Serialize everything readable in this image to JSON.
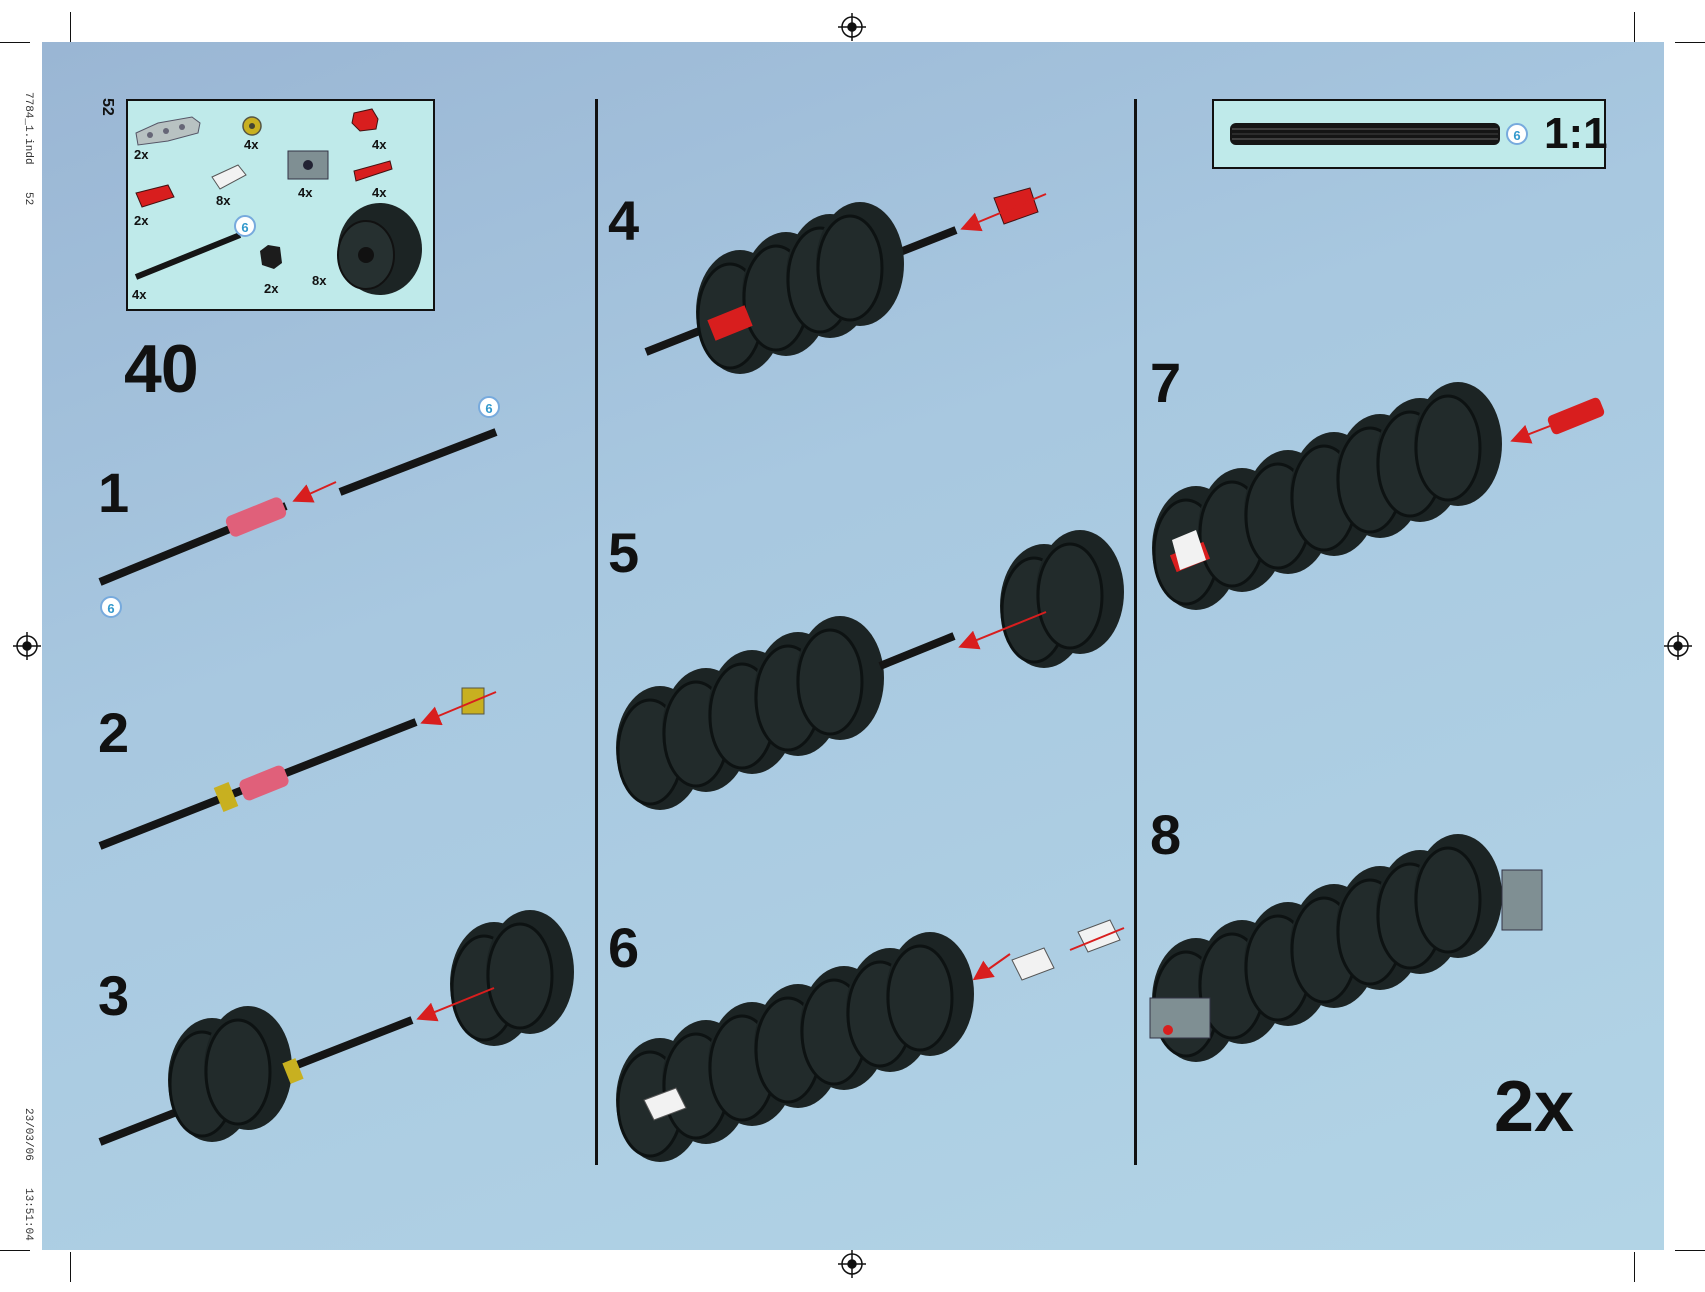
{
  "print_meta": {
    "filename": "7784_1.indd",
    "page_ref": "52",
    "date": "23/03/06",
    "time": "13:51:04"
  },
  "page_number": "52",
  "parts_list": {
    "items": [
      {
        "name": "gray-curved-plate",
        "qty": "2x"
      },
      {
        "name": "yellow-bush",
        "qty": "4x"
      },
      {
        "name": "red-axle-connector-small",
        "qty": "4x"
      },
      {
        "name": "white-pin",
        "qty": "8x"
      },
      {
        "name": "gray-technic-brick",
        "qty": "4x"
      },
      {
        "name": "red-axle-pin",
        "qty": "4x"
      },
      {
        "name": "red-connector",
        "qty": "2x"
      },
      {
        "name": "black-axle-6",
        "qty": "4x"
      },
      {
        "name": "black-axle-connector",
        "qty": "2x"
      },
      {
        "name": "black-wheel",
        "qty": "8x"
      }
    ],
    "axle_length_badge": "6"
  },
  "main_step": "40",
  "sub_steps": [
    "1",
    "2",
    "3",
    "4",
    "5",
    "6",
    "7",
    "8"
  ],
  "axle_badges": {
    "step1_top": "6",
    "step1_bottom": "6"
  },
  "scale_box": {
    "length_badge": "6",
    "scale": "1:1"
  },
  "multiplier": "2x",
  "colors": {
    "background": "#a8c8e0",
    "panel": "#bfeaea",
    "wheel": "#1c2424",
    "red": "#d81e1e",
    "pink": "#e0607a",
    "yellow": "#c8b020",
    "axle": "#151515"
  }
}
